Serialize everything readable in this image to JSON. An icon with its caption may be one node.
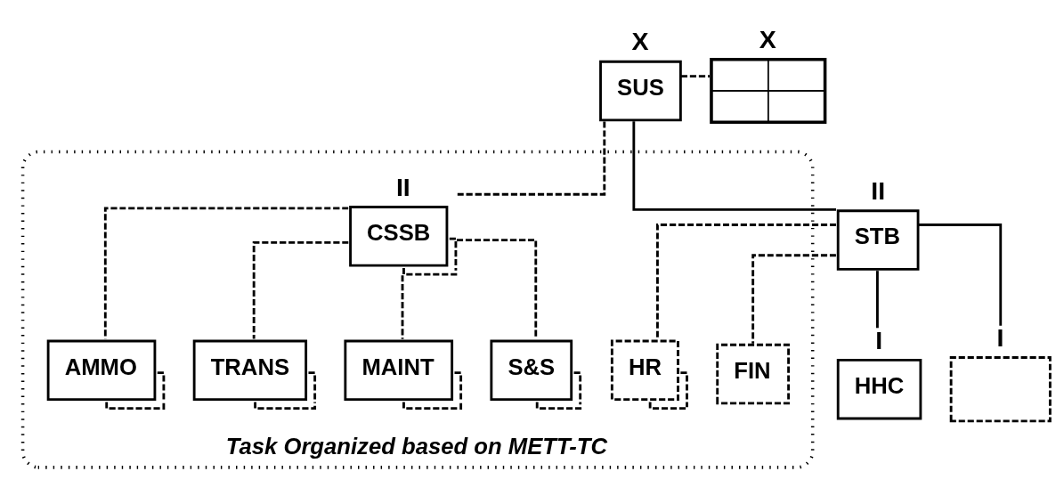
{
  "diagram": {
    "nodes": [
      {
        "text": [
          "SUS"
        ],
        "beside": [
          "X"
        ]
      },
      {
        "text": [],
        "shape": "box",
        "beside": [
          "X"
        ]
      },
      {
        "text": [
          "STB"
        ],
        "beside": [
          "II"
        ]
      },
      {
        "text": [
          "Task Organized based on METT-TC"
        ]
      },
      {
        "text": [
          "CSSB"
        ],
        "in": 3,
        "beside": [
          "II"
        ]
      },
      {
        "text": [
          "HHC"
        ],
        "beside": [
          "I"
        ]
      },
      {
        "text": [],
        "shape": "box",
        "beside": [
          "I"
        ]
      },
      {
        "text": [
          "FIN"
        ],
        "in": 3
      },
      {
        "text": [
          "HR"
        ],
        "in": 3
      },
      {
        "text": [
          "AMMO"
        ],
        "in": 3
      },
      {
        "text": [
          "TRANS"
        ],
        "in": 3
      },
      {
        "text": [
          "MAINT"
        ],
        "in": 3
      },
      {
        "text": [
          "S&S"
        ],
        "in": 3
      }
    ],
    "edges": [
      {
        "from": 0,
        "to": 1,
        "arrow": "none",
        "style": "dashed"
      },
      {
        "from": 0,
        "to": 2,
        "arrow": "none"
      },
      {
        "from": 0,
        "to": 4,
        "arrow": "none",
        "style": "dashed"
      },
      {
        "from": 2,
        "to": 5,
        "arrow": "none"
      },
      {
        "from": 2,
        "to": 6,
        "arrow": "none"
      },
      {
        "from": 2,
        "to": 7,
        "arrow": "none",
        "style": "dashed"
      },
      {
        "from": 2,
        "to": 8,
        "arrow": "none",
        "style": "dashed"
      },
      {
        "from": 4,
        "to": 9,
        "arrow": "none",
        "style": "dashed"
      },
      {
        "from": 4,
        "to": 10,
        "arrow": "none",
        "style": "dashed"
      },
      {
        "from": 4,
        "to": 11,
        "arrow": "none",
        "style": "dashed"
      },
      {
        "from": 4,
        "to": 12,
        "arrow": "none",
        "style": "dashed"
      }
    ]
  }
}
